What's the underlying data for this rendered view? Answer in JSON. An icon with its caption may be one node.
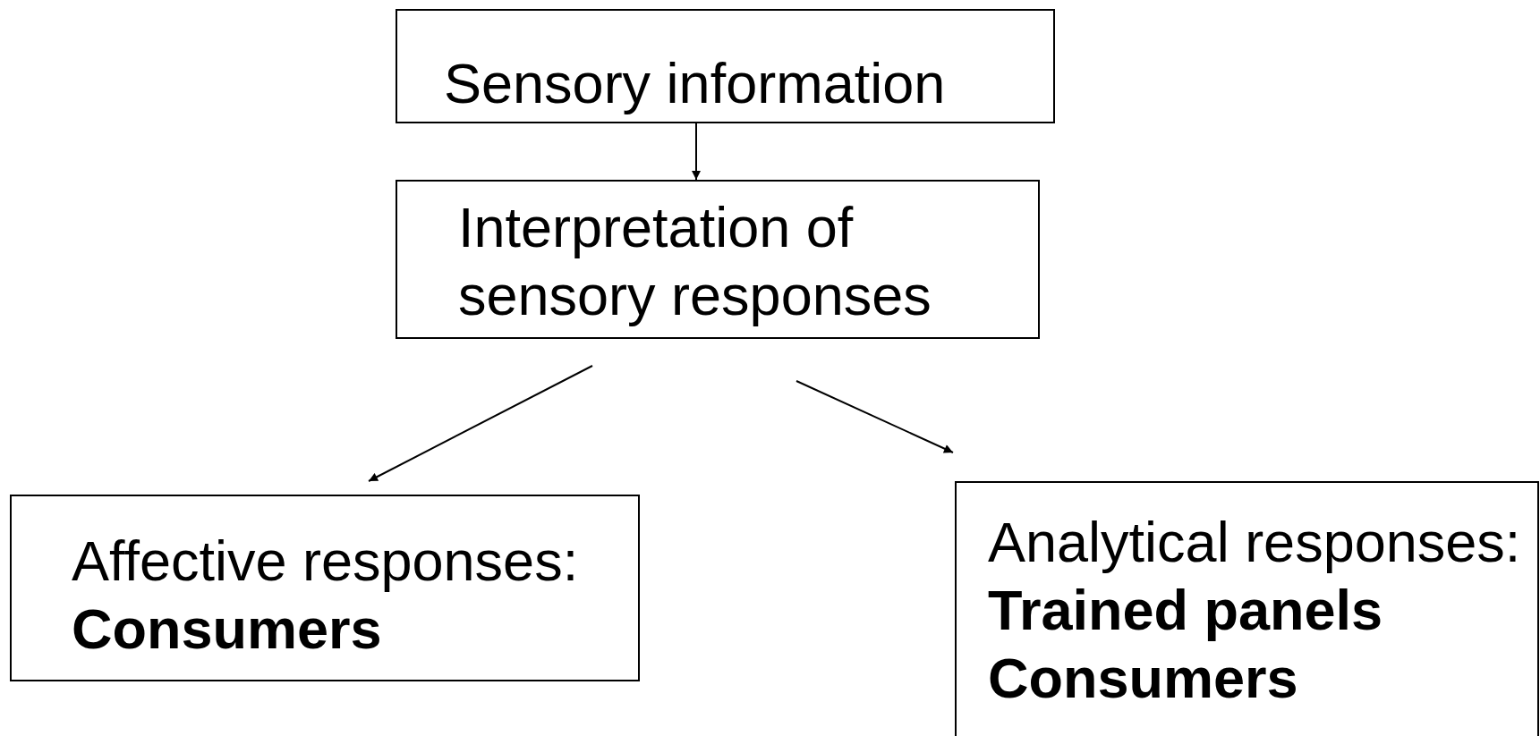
{
  "diagram": {
    "nodes": [
      {
        "text": [
          "Sensory information"
        ]
      },
      {
        "text": [
          "Interpretation of sensory responses"
        ]
      },
      {
        "text": [
          "Affective responses:",
          "Consumers"
        ]
      },
      {
        "text": [
          "Analytical responses:",
          "Trained panels",
          "Consumers"
        ]
      }
    ],
    "edges": [
      {
        "from": 0,
        "to": 1,
        "arrow": "to"
      },
      {
        "from": 1,
        "to": 2,
        "arrow": "to"
      },
      {
        "from": 1,
        "to": 3,
        "arrow": "to"
      }
    ]
  }
}
